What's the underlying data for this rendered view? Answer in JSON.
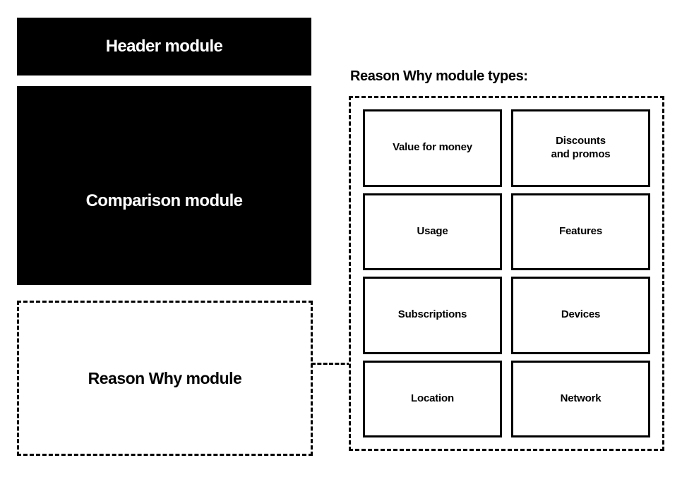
{
  "left_column": {
    "header_module": {
      "label": "Header module",
      "fill_color": "#000000",
      "text_color": "#ffffff"
    },
    "comparison_module": {
      "label": "Comparison module",
      "fill_color": "#000000",
      "text_color": "#ffffff"
    },
    "reason_why_module": {
      "label": "Reason Why module",
      "fill_color": "#ffffff",
      "text_color": "#000000",
      "border_style": "dashed"
    }
  },
  "connector": {
    "name": "reason-why-to-types-connector",
    "style": "dashed"
  },
  "types_panel": {
    "heading": "Reason Why module types:",
    "container_border_style": "dashed",
    "cards": [
      {
        "label": "Value for money"
      },
      {
        "label": "Discounts\nand promos"
      },
      {
        "label": "Usage"
      },
      {
        "label": "Features"
      },
      {
        "label": "Subscriptions"
      },
      {
        "label": "Devices"
      },
      {
        "label": "Location"
      },
      {
        "label": "Network"
      }
    ]
  },
  "palette": {
    "ink": "#000000",
    "paper": "#ffffff"
  }
}
